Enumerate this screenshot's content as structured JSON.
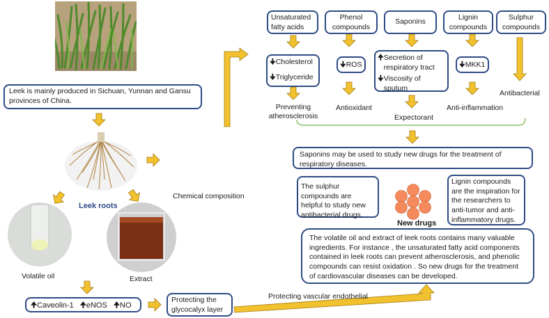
{
  "intro": "Leek is mainly produced in Sichuan, Yunnan and Gansu provinces of China.",
  "leek_roots_label": "Leek roots",
  "chemical_composition": "Chemical composition",
  "volatile_oil": "Volatile oil",
  "extract": "Extract",
  "markers": {
    "caveolin": "Caveolin-1",
    "enos": "eNOS",
    "no": "NO"
  },
  "glycocalyx": "Protecting the glycocalyx layer",
  "vascular": "Protecting vascular endothelial",
  "compounds": [
    {
      "name": "Unsaturated fatty acids"
    },
    {
      "name": "Phenol compounds"
    },
    {
      "name": "Saponins"
    },
    {
      "name": "Lignin compounds"
    },
    {
      "name": "Sulphur compounds"
    }
  ],
  "effects": {
    "cholesterol": "Cholesterol",
    "triglyceride": "Triglyceride",
    "ros": "ROS",
    "secretion": "Secretion of respiratory tract",
    "viscosity": "Viscosity of sputum",
    "mkk1": "MKK1"
  },
  "outcomes": {
    "atherosclerosis": "Preventing atherosclerosis",
    "antioxidant": "Antioxidant",
    "expectorant": "Expectorant",
    "anti_inflammation": "Anti-inflammation",
    "antibacterial": "Antibacterial"
  },
  "saponins_note": "Saponins may be used to study new drugs for the treatment of respiratory diseases.",
  "sulphur_note": "The sulphur compounds are helpful to study new antibacterial drugs.",
  "new_drugs": "New drugs",
  "lignin_note": "Lignin compounds are the inspiration for the researchers to anti-tumor and anti-inflammatory drugs.",
  "volatile_note": "The volatile oil and extract of leek roots contains many valuable ingredients. For instance , the unsaturated fatty acid components contained in leek roots can prevent atherosclerosis, and phenolic compounds can resist oxidation . So new drugs for the treatment of cardiovascular diseases can be developed.",
  "colors": {
    "box_border": "#2e4a86",
    "arrow_fill": "#f2c12e",
    "arrow_stroke": "#a57c10",
    "bracket": "#a8d08d",
    "molecule": "#f58a5c"
  }
}
